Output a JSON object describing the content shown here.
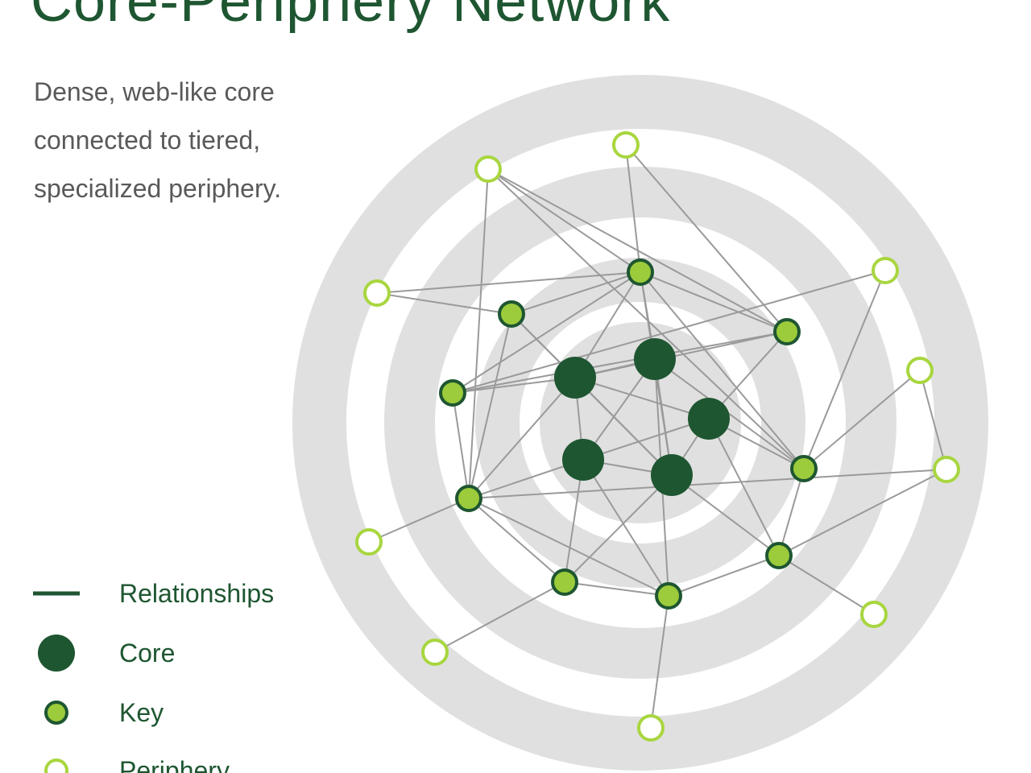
{
  "title": "Core-Periphery Network",
  "subtitle": "Dense, web-like core connected to tiered, specialized periphery.",
  "colors": {
    "core": "#1e5631",
    "key_fill": "#9ccb3b",
    "key_stroke": "#1e5631",
    "periphery_stroke": "#a8d63f",
    "periphery_fill": "#ffffff",
    "edge": "#9a9a9a",
    "ring": "#e0e0e0",
    "title": "#1e5631",
    "subtitle": "#595959"
  },
  "legend": [
    {
      "label": "Relationships",
      "symbol": "line"
    },
    {
      "label": "Core",
      "symbol": "core"
    },
    {
      "label": "Key",
      "symbol": "key"
    },
    {
      "label": "Periphery",
      "symbol": "periphery"
    }
  ],
  "nodes": [
    {
      "id": "c1",
      "type": "core"
    },
    {
      "id": "c2",
      "type": "core"
    },
    {
      "id": "c3",
      "type": "core"
    },
    {
      "id": "c4",
      "type": "core"
    },
    {
      "id": "c5",
      "type": "core"
    },
    {
      "id": "k1",
      "type": "key"
    },
    {
      "id": "k2",
      "type": "key"
    },
    {
      "id": "k3",
      "type": "key"
    },
    {
      "id": "k4",
      "type": "key"
    },
    {
      "id": "k5",
      "type": "key"
    },
    {
      "id": "k6",
      "type": "key"
    },
    {
      "id": "k7",
      "type": "key"
    },
    {
      "id": "k8",
      "type": "key"
    },
    {
      "id": "k9",
      "type": "key"
    },
    {
      "id": "p1",
      "type": "periphery"
    },
    {
      "id": "p2",
      "type": "periphery"
    },
    {
      "id": "p3",
      "type": "periphery"
    },
    {
      "id": "p4",
      "type": "periphery"
    },
    {
      "id": "p5",
      "type": "periphery"
    },
    {
      "id": "p6",
      "type": "periphery"
    },
    {
      "id": "p7",
      "type": "periphery"
    },
    {
      "id": "p8",
      "type": "periphery"
    },
    {
      "id": "p9",
      "type": "periphery"
    },
    {
      "id": "p10",
      "type": "periphery"
    }
  ],
  "edges": [
    [
      "c1",
      "c2"
    ],
    [
      "c1",
      "c3"
    ],
    [
      "c1",
      "c4"
    ],
    [
      "c1",
      "c5"
    ],
    [
      "c2",
      "c4"
    ],
    [
      "c3",
      "c4"
    ],
    [
      "c3",
      "c5"
    ],
    [
      "c4",
      "c5"
    ],
    [
      "c2",
      "c5"
    ],
    [
      "c1",
      "k1"
    ],
    [
      "c1",
      "k2"
    ],
    [
      "c1",
      "k3"
    ],
    [
      "c1",
      "k4"
    ],
    [
      "c1",
      "k5"
    ],
    [
      "c2",
      "k1"
    ],
    [
      "c2",
      "k6"
    ],
    [
      "c2",
      "k8"
    ],
    [
      "c3",
      "k5"
    ],
    [
      "c3",
      "k6"
    ],
    [
      "c3",
      "k9"
    ],
    [
      "c4",
      "k7"
    ],
    [
      "c4",
      "k8"
    ],
    [
      "c4",
      "k4"
    ],
    [
      "c5",
      "k1"
    ],
    [
      "c5",
      "k7"
    ],
    [
      "c5",
      "k9"
    ],
    [
      "c5",
      "k2"
    ],
    [
      "k1",
      "k2"
    ],
    [
      "k1",
      "k3"
    ],
    [
      "k1",
      "k5"
    ],
    [
      "k1",
      "k6"
    ],
    [
      "k2",
      "k4"
    ],
    [
      "k3",
      "k4"
    ],
    [
      "k3",
      "k5"
    ],
    [
      "k4",
      "k7"
    ],
    [
      "k4",
      "k8"
    ],
    [
      "k5",
      "p1"
    ],
    [
      "k5",
      "p2"
    ],
    [
      "k6",
      "k9"
    ],
    [
      "k7",
      "k8"
    ],
    [
      "k8",
      "k9"
    ],
    [
      "p1",
      "k1"
    ],
    [
      "p1",
      "k4"
    ],
    [
      "p1",
      "k6"
    ],
    [
      "p2",
      "k1"
    ],
    [
      "p3",
      "k1"
    ],
    [
      "p3",
      "k2"
    ],
    [
      "p4",
      "k6"
    ],
    [
      "p4",
      "k3"
    ],
    [
      "p5",
      "k6"
    ],
    [
      "p5",
      "p6"
    ],
    [
      "p6",
      "k4"
    ],
    [
      "p6",
      "k9"
    ],
    [
      "p7",
      "k4"
    ],
    [
      "p8",
      "k7"
    ],
    [
      "p9",
      "k8"
    ],
    [
      "p10",
      "k9"
    ]
  ]
}
